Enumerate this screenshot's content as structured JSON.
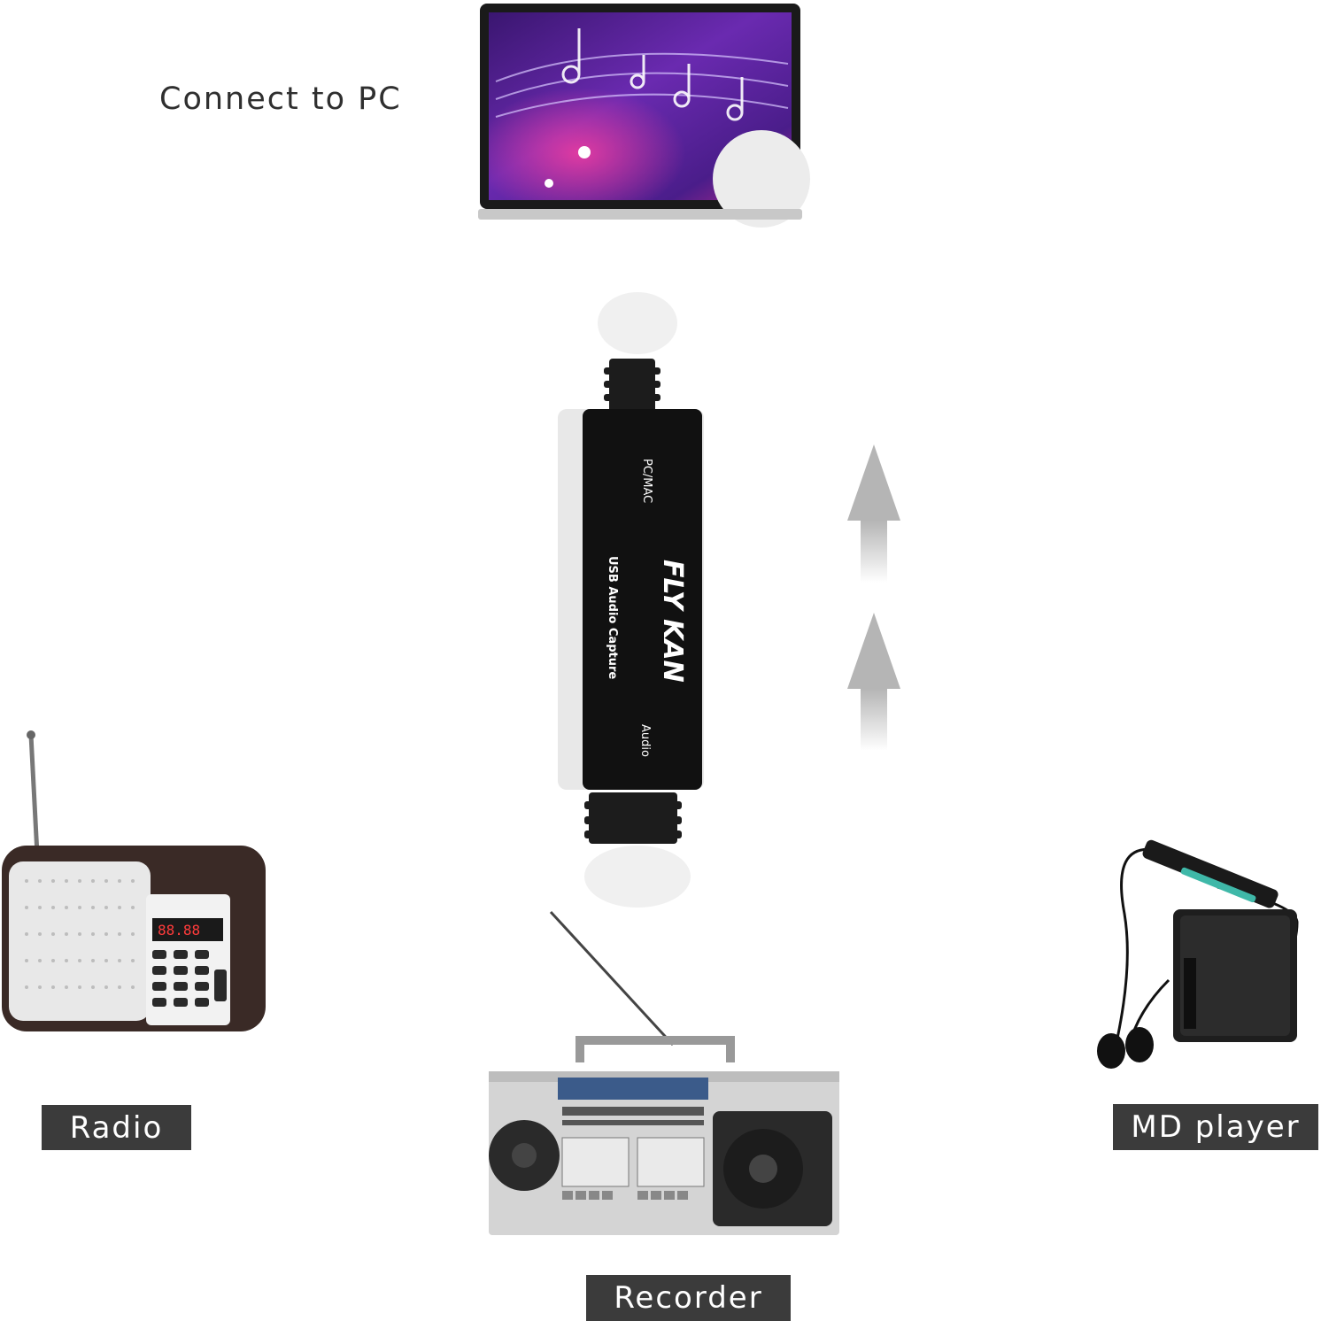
{
  "header": {
    "title": "Connect to PC"
  },
  "device": {
    "brand": "FLY KAN",
    "product": "USB Audio Capture",
    "port_top": "PC/MAC",
    "port_bottom": "Audio"
  },
  "sources": {
    "radio": "Radio",
    "recorder": "Recorder",
    "md_player": "MD player"
  },
  "colors": {
    "label_bg": "#3b3b3b",
    "label_text": "#ffffff",
    "device_body": "#111111",
    "arrow": "#b8b8b8",
    "laptop_screen": "#5a1f9a"
  }
}
